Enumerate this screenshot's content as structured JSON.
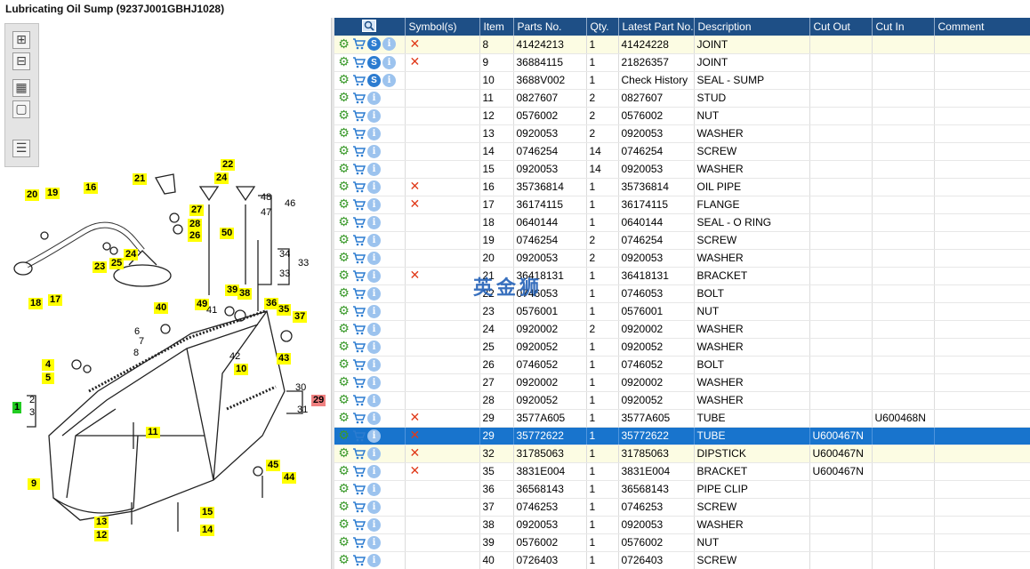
{
  "title": "Lubricating Oil Sump (9237J001GBHJ1028)",
  "watermark": "英金狮",
  "diagram": {
    "callouts": [
      {
        "label": "22",
        "style": "yellow"
      },
      {
        "label": "21",
        "style": "yellow"
      },
      {
        "label": "24",
        "style": "yellow"
      },
      {
        "label": "16",
        "style": "yellow"
      },
      {
        "label": "20",
        "style": "yellow"
      },
      {
        "label": "19",
        "style": "yellow"
      },
      {
        "label": "27",
        "style": "yellow"
      },
      {
        "label": "28",
        "style": "yellow"
      },
      {
        "label": "26",
        "style": "yellow"
      },
      {
        "label": "50",
        "style": "yellow"
      },
      {
        "label": "23",
        "style": "yellow"
      },
      {
        "label": "25",
        "style": "yellow"
      },
      {
        "label": "24",
        "style": "yellow"
      },
      {
        "label": "18",
        "style": "yellow"
      },
      {
        "label": "17",
        "style": "yellow"
      },
      {
        "label": "39",
        "style": "yellow"
      },
      {
        "label": "38",
        "style": "yellow"
      },
      {
        "label": "36",
        "style": "yellow"
      },
      {
        "label": "35",
        "style": "yellow"
      },
      {
        "label": "37",
        "style": "yellow"
      },
      {
        "label": "40",
        "style": "yellow"
      },
      {
        "label": "49",
        "style": "yellow"
      },
      {
        "label": "43",
        "style": "yellow"
      },
      {
        "label": "10",
        "style": "yellow"
      },
      {
        "label": "4",
        "style": "yellow"
      },
      {
        "label": "5",
        "style": "yellow"
      },
      {
        "label": "1",
        "style": "green"
      },
      {
        "label": "29",
        "style": "red"
      },
      {
        "label": "11",
        "style": "yellow"
      },
      {
        "label": "9",
        "style": "yellow"
      },
      {
        "label": "45",
        "style": "yellow"
      },
      {
        "label": "44",
        "style": "yellow"
      },
      {
        "label": "13",
        "style": "yellow"
      },
      {
        "label": "12",
        "style": "yellow"
      },
      {
        "label": "15",
        "style": "yellow"
      },
      {
        "label": "14",
        "style": "yellow"
      }
    ],
    "plain_labels": [
      "48",
      "47",
      "46",
      "34",
      "33",
      "33",
      "41",
      "6",
      "7",
      "8",
      "42",
      "2",
      "3",
      "30",
      "31"
    ]
  },
  "columns": [
    "",
    "Symbol(s)",
    "Item",
    "Parts No.",
    "Qty.",
    "Latest Part No.",
    "Description",
    "Cut Out",
    "Cut In",
    "Comment"
  ],
  "rows": [
    {
      "icons": "gcsi",
      "x": true,
      "item": "8",
      "part": "41424213",
      "qty": "1",
      "latest": "41424228",
      "desc": "JOINT",
      "cut_out": "",
      "cut_in": "",
      "comment": "",
      "state": "hl"
    },
    {
      "icons": "gcsi",
      "x": true,
      "item": "9",
      "part": "36884115",
      "qty": "1",
      "latest": "21826357",
      "desc": "JOINT",
      "cut_out": "",
      "cut_in": "",
      "comment": "",
      "state": ""
    },
    {
      "icons": "gcsi",
      "x": false,
      "item": "10",
      "part": "3688V002",
      "qty": "1",
      "latest": "Check History",
      "desc": "SEAL - SUMP",
      "cut_out": "",
      "cut_in": "",
      "comment": "",
      "state": ""
    },
    {
      "icons": "gci",
      "x": false,
      "item": "11",
      "part": "0827607",
      "qty": "2",
      "latest": "0827607",
      "desc": "STUD",
      "cut_out": "",
      "cut_in": "",
      "comment": "",
      "state": ""
    },
    {
      "icons": "gci",
      "x": false,
      "item": "12",
      "part": "0576002",
      "qty": "2",
      "latest": "0576002",
      "desc": "NUT",
      "cut_out": "",
      "cut_in": "",
      "comment": "",
      "state": ""
    },
    {
      "icons": "gci",
      "x": false,
      "item": "13",
      "part": "0920053",
      "qty": "2",
      "latest": "0920053",
      "desc": "WASHER",
      "cut_out": "",
      "cut_in": "",
      "comment": "",
      "state": ""
    },
    {
      "icons": "gci",
      "x": false,
      "item": "14",
      "part": "0746254",
      "qty": "14",
      "latest": "0746254",
      "desc": "SCREW",
      "cut_out": "",
      "cut_in": "",
      "comment": "",
      "state": ""
    },
    {
      "icons": "gci",
      "x": false,
      "item": "15",
      "part": "0920053",
      "qty": "14",
      "latest": "0920053",
      "desc": "WASHER",
      "cut_out": "",
      "cut_in": "",
      "comment": "",
      "state": ""
    },
    {
      "icons": "gci",
      "x": true,
      "item": "16",
      "part": "35736814",
      "qty": "1",
      "latest": "35736814",
      "desc": "OIL PIPE",
      "cut_out": "",
      "cut_in": "",
      "comment": "",
      "state": ""
    },
    {
      "icons": "gci",
      "x": true,
      "item": "17",
      "part": "36174115",
      "qty": "1",
      "latest": "36174115",
      "desc": "FLANGE",
      "cut_out": "",
      "cut_in": "",
      "comment": "",
      "state": ""
    },
    {
      "icons": "gci",
      "x": false,
      "item": "18",
      "part": "0640144",
      "qty": "1",
      "latest": "0640144",
      "desc": "SEAL - O RING",
      "cut_out": "",
      "cut_in": "",
      "comment": "",
      "state": ""
    },
    {
      "icons": "gci",
      "x": false,
      "item": "19",
      "part": "0746254",
      "qty": "2",
      "latest": "0746254",
      "desc": "SCREW",
      "cut_out": "",
      "cut_in": "",
      "comment": "",
      "state": ""
    },
    {
      "icons": "gci",
      "x": false,
      "item": "20",
      "part": "0920053",
      "qty": "2",
      "latest": "0920053",
      "desc": "WASHER",
      "cut_out": "",
      "cut_in": "",
      "comment": "",
      "state": ""
    },
    {
      "icons": "gci",
      "x": true,
      "item": "21",
      "part": "36418131",
      "qty": "1",
      "latest": "36418131",
      "desc": "BRACKET",
      "cut_out": "",
      "cut_in": "",
      "comment": "",
      "state": ""
    },
    {
      "icons": "gci",
      "x": false,
      "item": "22",
      "part": "0746053",
      "qty": "1",
      "latest": "0746053",
      "desc": "BOLT",
      "cut_out": "",
      "cut_in": "",
      "comment": "",
      "state": ""
    },
    {
      "icons": "gci",
      "x": false,
      "item": "23",
      "part": "0576001",
      "qty": "1",
      "latest": "0576001",
      "desc": "NUT",
      "cut_out": "",
      "cut_in": "",
      "comment": "",
      "state": ""
    },
    {
      "icons": "gci",
      "x": false,
      "item": "24",
      "part": "0920002",
      "qty": "2",
      "latest": "0920002",
      "desc": "WASHER",
      "cut_out": "",
      "cut_in": "",
      "comment": "",
      "state": ""
    },
    {
      "icons": "gci",
      "x": false,
      "item": "25",
      "part": "0920052",
      "qty": "1",
      "latest": "0920052",
      "desc": "WASHER",
      "cut_out": "",
      "cut_in": "",
      "comment": "",
      "state": ""
    },
    {
      "icons": "gci",
      "x": false,
      "item": "26",
      "part": "0746052",
      "qty": "1",
      "latest": "0746052",
      "desc": "BOLT",
      "cut_out": "",
      "cut_in": "",
      "comment": "",
      "state": ""
    },
    {
      "icons": "gci",
      "x": false,
      "item": "27",
      "part": "0920002",
      "qty": "1",
      "latest": "0920002",
      "desc": "WASHER",
      "cut_out": "",
      "cut_in": "",
      "comment": "",
      "state": ""
    },
    {
      "icons": "gci",
      "x": false,
      "item": "28",
      "part": "0920052",
      "qty": "1",
      "latest": "0920052",
      "desc": "WASHER",
      "cut_out": "",
      "cut_in": "",
      "comment": "",
      "state": ""
    },
    {
      "icons": "gci",
      "x": true,
      "item": "29",
      "part": "3577A605",
      "qty": "1",
      "latest": "3577A605",
      "desc": "TUBE",
      "cut_out": "",
      "cut_in": "U600468N",
      "comment": "",
      "state": ""
    },
    {
      "icons": "gci",
      "x": true,
      "item": "29",
      "part": "35772622",
      "qty": "1",
      "latest": "35772622",
      "desc": "TUBE",
      "cut_out": "U600467N",
      "cut_in": "",
      "comment": "",
      "state": "sel"
    },
    {
      "icons": "gci",
      "x": true,
      "item": "32",
      "part": "31785063",
      "qty": "1",
      "latest": "31785063",
      "desc": "DIPSTICK",
      "cut_out": "U600467N",
      "cut_in": "",
      "comment": "",
      "state": "hl"
    },
    {
      "icons": "gci",
      "x": true,
      "item": "35",
      "part": "3831E004",
      "qty": "1",
      "latest": "3831E004",
      "desc": "BRACKET",
      "cut_out": "U600467N",
      "cut_in": "",
      "comment": "",
      "state": ""
    },
    {
      "icons": "gci",
      "x": false,
      "item": "36",
      "part": "36568143",
      "qty": "1",
      "latest": "36568143",
      "desc": "PIPE CLIP",
      "cut_out": "",
      "cut_in": "",
      "comment": "",
      "state": ""
    },
    {
      "icons": "gci",
      "x": false,
      "item": "37",
      "part": "0746253",
      "qty": "1",
      "latest": "0746253",
      "desc": "SCREW",
      "cut_out": "",
      "cut_in": "",
      "comment": "",
      "state": ""
    },
    {
      "icons": "gci",
      "x": false,
      "item": "38",
      "part": "0920053",
      "qty": "1",
      "latest": "0920053",
      "desc": "WASHER",
      "cut_out": "",
      "cut_in": "",
      "comment": "",
      "state": ""
    },
    {
      "icons": "gci",
      "x": false,
      "item": "39",
      "part": "0576002",
      "qty": "1",
      "latest": "0576002",
      "desc": "NUT",
      "cut_out": "",
      "cut_in": "",
      "comment": "",
      "state": ""
    },
    {
      "icons": "gci",
      "x": false,
      "item": "40",
      "part": "0726403",
      "qty": "1",
      "latest": "0726403",
      "desc": "SCREW",
      "cut_out": "",
      "cut_in": "",
      "comment": "",
      "state": ""
    }
  ]
}
